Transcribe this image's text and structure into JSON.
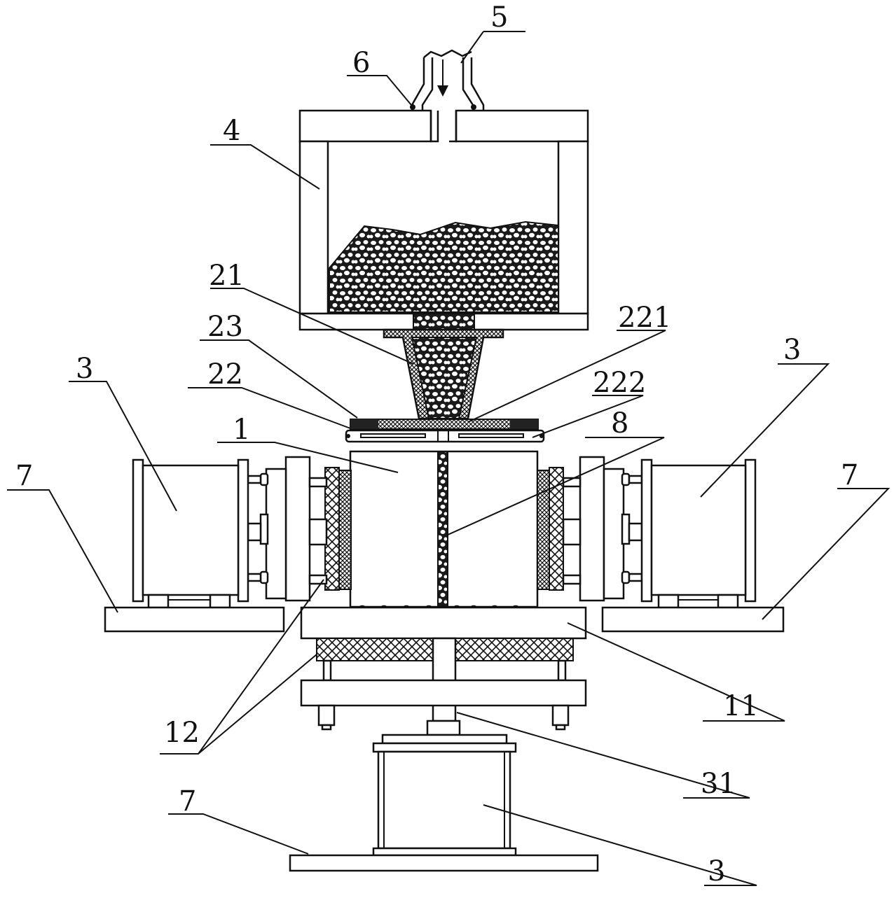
{
  "labels": {
    "l5": "5",
    "l6": "6",
    "l4": "4",
    "l21": "21",
    "l23": "23",
    "l221": "221",
    "l3_left": "3",
    "l3_right": "3",
    "l22": "22",
    "l222": "222",
    "l1": "1",
    "l8": "8",
    "l7_left": "7",
    "l7_right": "7",
    "l12": "12",
    "l11": "11",
    "l31": "31",
    "l7_bottom": "7",
    "l3_bottom": "3"
  },
  "colors": {
    "line": "#111111",
    "background": "#ffffff"
  }
}
